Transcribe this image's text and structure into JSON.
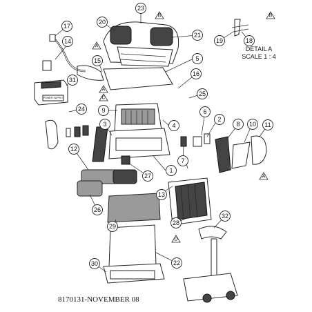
{
  "callouts": [
    "1",
    "2",
    "3",
    "4",
    "5",
    "6",
    "7",
    "8",
    "9",
    "10",
    "11",
    "12",
    "13",
    "14",
    "15",
    "16",
    "17",
    "18",
    "19",
    "20",
    "21",
    "22",
    "23",
    "24",
    "25",
    "26",
    "27",
    "28",
    "29",
    "30",
    "31",
    "32"
  ],
  "reference_letters": [
    "A",
    "B",
    "C",
    "D"
  ],
  "detail": {
    "title": "DETAIL A",
    "scale": "SCALE 1 : 4"
  },
  "document_code": "8170131-NOVEMBER 08",
  "power_supply_label": "POWER SUPPLY"
}
